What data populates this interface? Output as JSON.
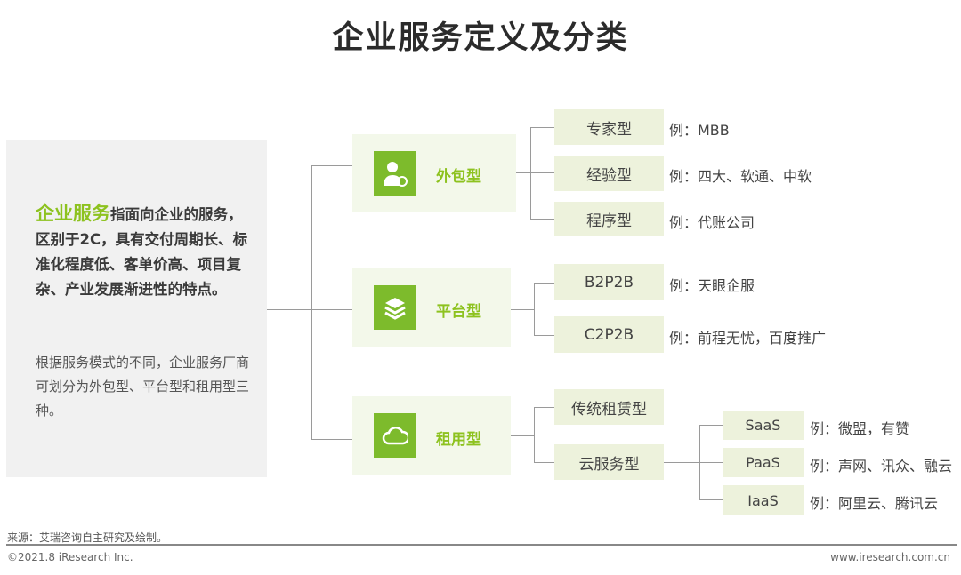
{
  "title": "企业服务定义及分类",
  "intro": {
    "highlight": "企业服务",
    "text": "指面向企业的服务，区别于2C，具有交付周期长、标准化程度低、客单价高、项目复杂、产业发展渐进性的特点。",
    "note": "根据服务模式的不同，企业服务厂商可划分为外包型、平台型和租用型三种。"
  },
  "groups": [
    {
      "label": "外包型",
      "icon": "person-refresh-icon",
      "items": [
        {
          "label": "专家型",
          "example": "例：MBB"
        },
        {
          "label": "经验型",
          "example": "例：四大、软通、中软"
        },
        {
          "label": "程序型",
          "example": "例：代账公司"
        }
      ]
    },
    {
      "label": "平台型",
      "icon": "layers-icon",
      "items": [
        {
          "label": "B2P2B",
          "example": "例：天眼企服"
        },
        {
          "label": "C2P2B",
          "example": "例：前程无忧，百度推广"
        }
      ]
    },
    {
      "label": "租用型",
      "icon": "cloud-icon",
      "items": [
        {
          "label": "传统租赁型"
        },
        {
          "label": "云服务型",
          "children": [
            {
              "label": "SaaS",
              "example": "例：微盟，有赞"
            },
            {
              "label": "PaaS",
              "example": "例：声网、讯众、融云"
            },
            {
              "label": "IaaS",
              "example": "例：阿里云、腾讯云"
            }
          ]
        }
      ]
    }
  ],
  "footer": {
    "source": "来源：艾瑞咨询自主研究及绘制。",
    "copyright": "©2021.8 iResearch Inc.",
    "website": "www.iresearch.com.cn"
  },
  "colors": {
    "accent": "#8dc21f",
    "icon_bg": "#7dbb2c",
    "group_bg": "#f3f8ea",
    "item_bg": "#edf2dc"
  }
}
